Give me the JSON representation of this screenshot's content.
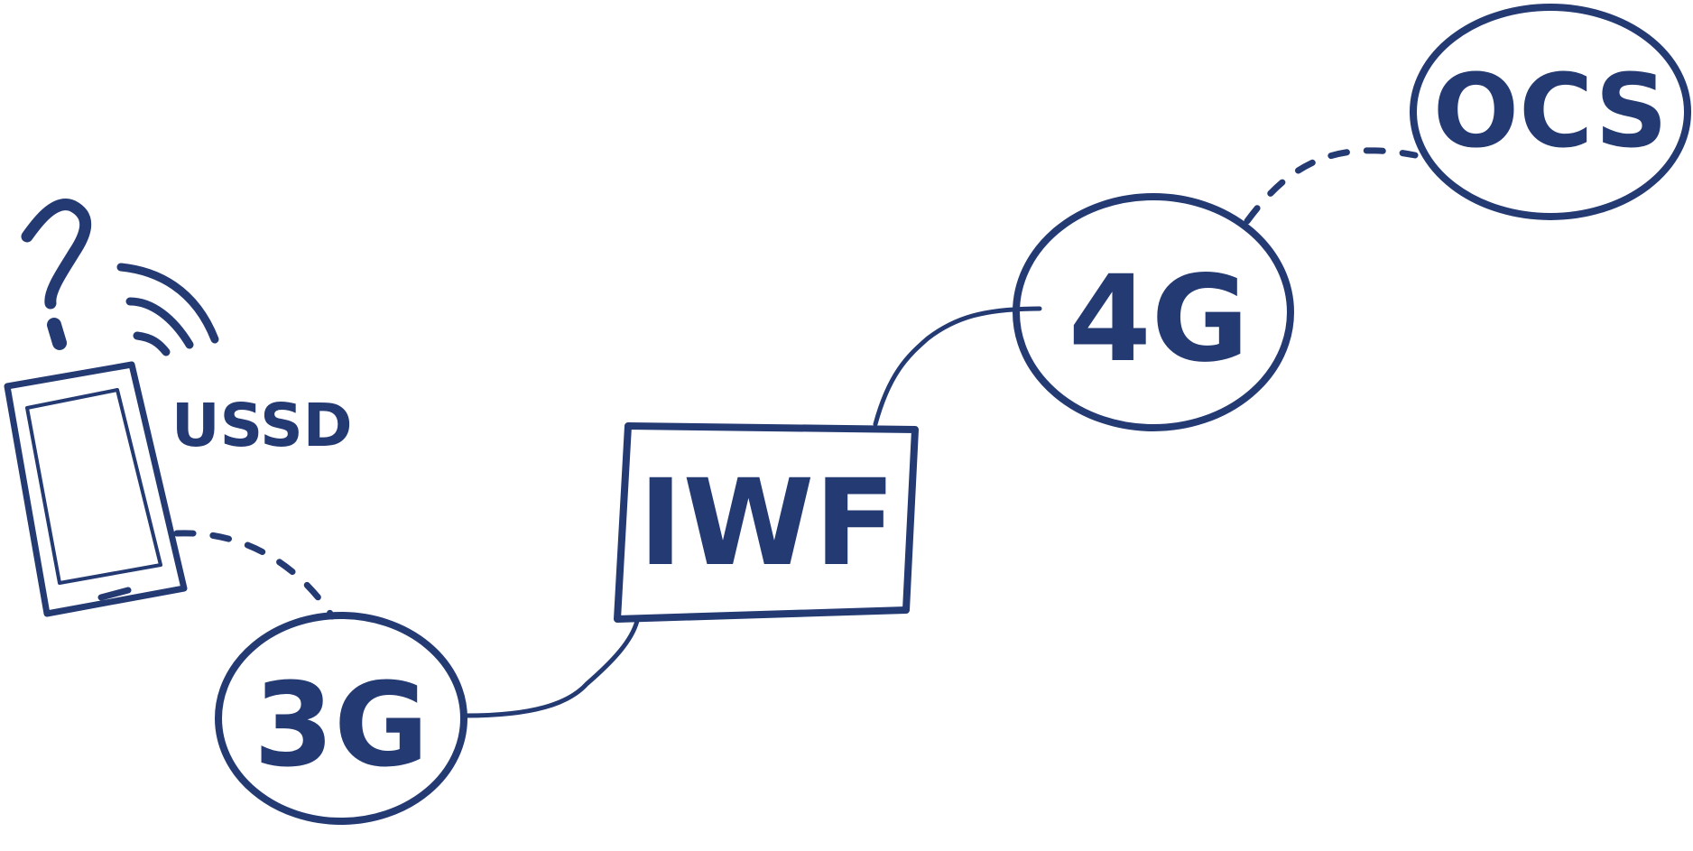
{
  "diagram": {
    "ink_color": "#243a73",
    "background": "#ffffff",
    "nodes": {
      "g3": {
        "label": "3G",
        "shape": "circle"
      },
      "iwf": {
        "label": "IWF",
        "shape": "box"
      },
      "g4": {
        "label": "4G",
        "shape": "circle"
      },
      "ocs": {
        "label": "OCS",
        "shape": "ellipse"
      }
    },
    "phone": {
      "label": "USSD",
      "icon": "mobile-phone-icon",
      "query_icon": "question-mark-icon",
      "signal_icon": "signal-waves-icon"
    },
    "connections": [
      {
        "from": "phone",
        "to": "3G",
        "style": "dashed"
      },
      {
        "from": "3G",
        "to": "IWF",
        "style": "solid"
      },
      {
        "from": "IWF",
        "to": "4G",
        "style": "solid"
      },
      {
        "from": "4G",
        "to": "OCS",
        "style": "dashed"
      }
    ]
  }
}
